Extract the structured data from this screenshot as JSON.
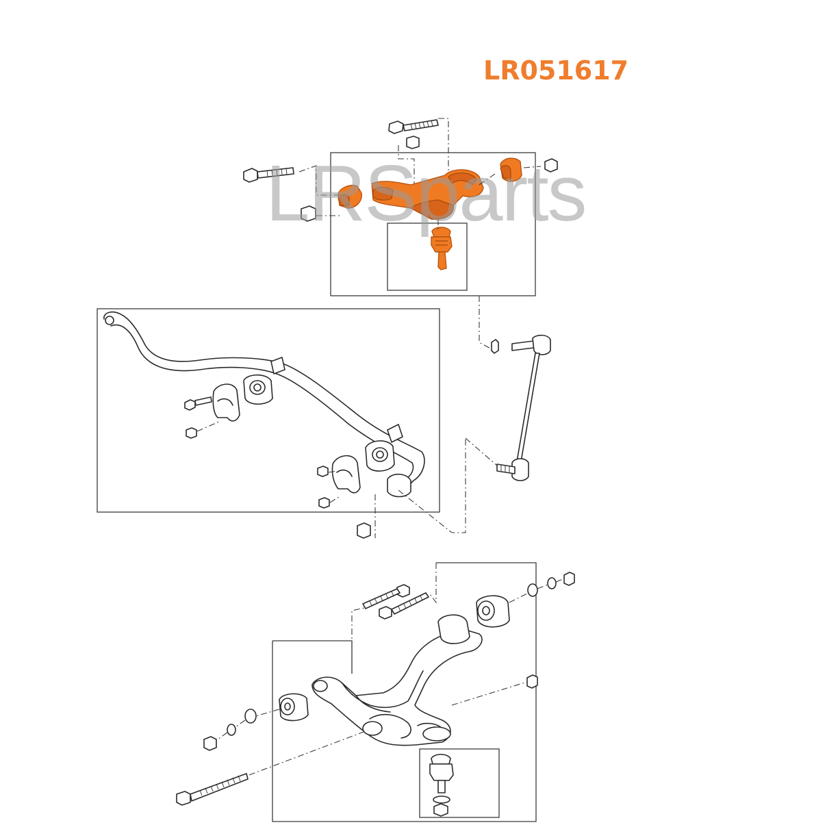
{
  "part_number": "LR051617",
  "watermark": "LRSparts",
  "colors": {
    "highlight": "#f07a22",
    "highlight_dark": "#b85410",
    "part_number_text": "#ef7d2d",
    "outline": "#2a2a2a",
    "leader": "#3a3a3a"
  },
  "components": [
    "upper-control-arm",
    "upper-arm-bushing-front",
    "upper-arm-bushing-rear",
    "upper-ball-joint",
    "stabilizer-bar",
    "stabilizer-bushings",
    "stabilizer-clamps",
    "stabilizer-link",
    "lower-control-arm",
    "lower-arm-bushings",
    "lower-ball-joint",
    "bolts-nuts-washers"
  ]
}
